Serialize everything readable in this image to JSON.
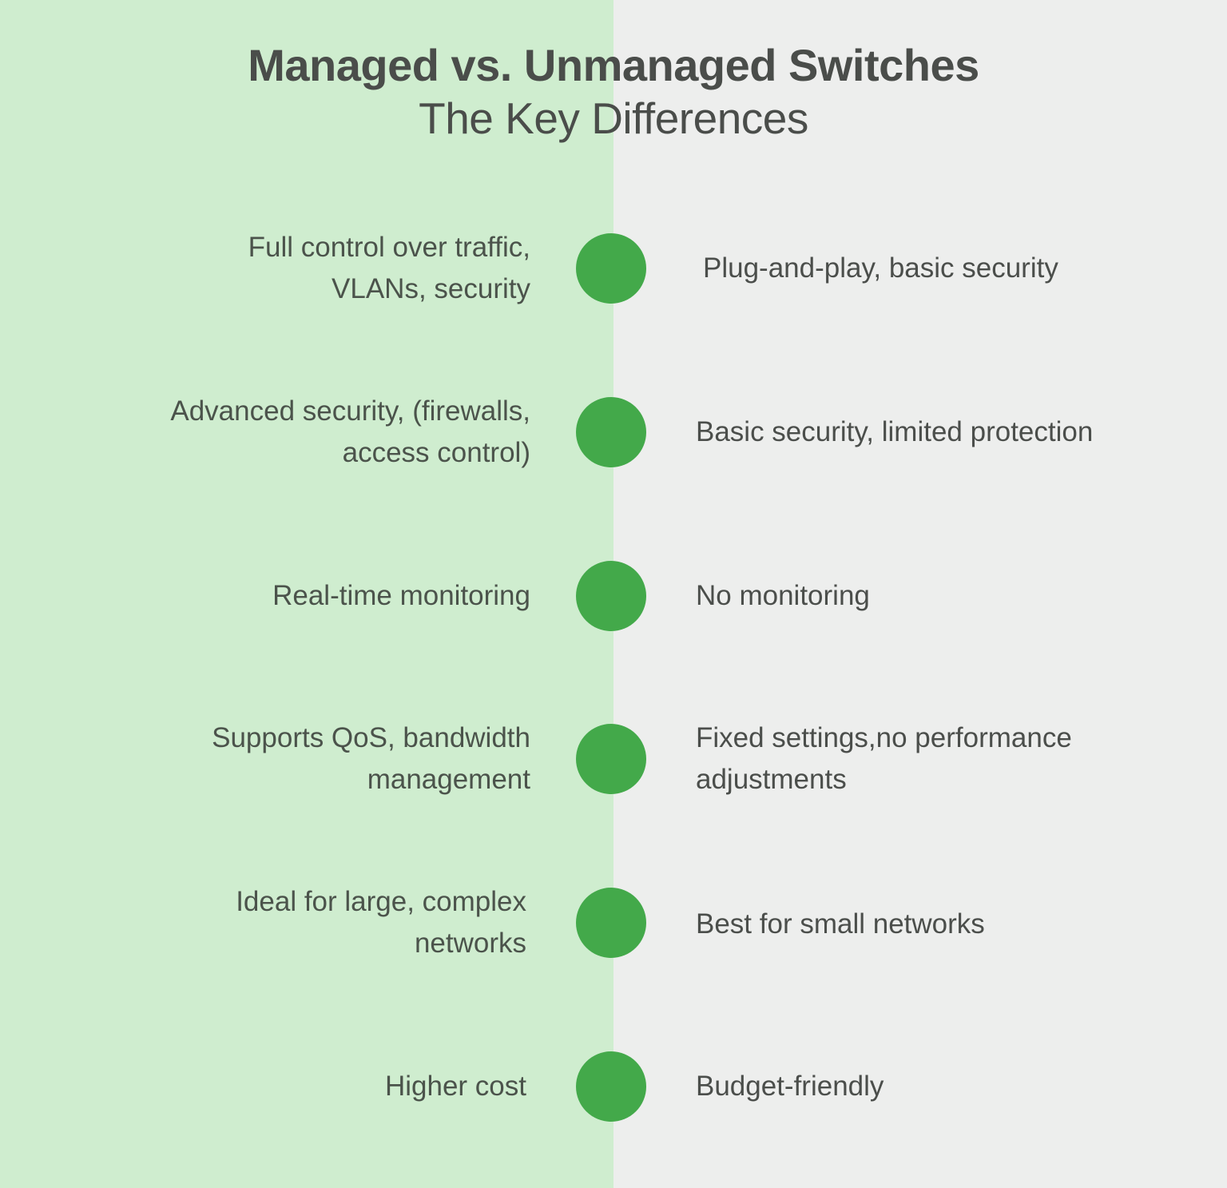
{
  "title": {
    "main": "Managed vs. Unmanaged Switches",
    "sub": "The Key Differences"
  },
  "colors": {
    "managed_bg": "#cfedcf",
    "unmanaged_bg": "#edeeed",
    "dot": "#43a94a",
    "text": "#4b514b"
  },
  "rows": [
    {
      "managed": "Full control over traffic,\nVLANs, security",
      "unmanaged": "Plug-and-play, basic security"
    },
    {
      "managed": "Advanced security, (firewalls,\naccess control)",
      "unmanaged": "Basic security, limited protection"
    },
    {
      "managed": "Real-time monitoring",
      "unmanaged": "No monitoring"
    },
    {
      "managed": "Supports QoS, bandwidth\nmanagement",
      "unmanaged": "Fixed settings,no performance\nadjustments"
    },
    {
      "managed": "Ideal for large, complex\nnetworks",
      "unmanaged": "Best for small networks"
    },
    {
      "managed": "Higher cost",
      "unmanaged": "Budget-friendly"
    }
  ]
}
